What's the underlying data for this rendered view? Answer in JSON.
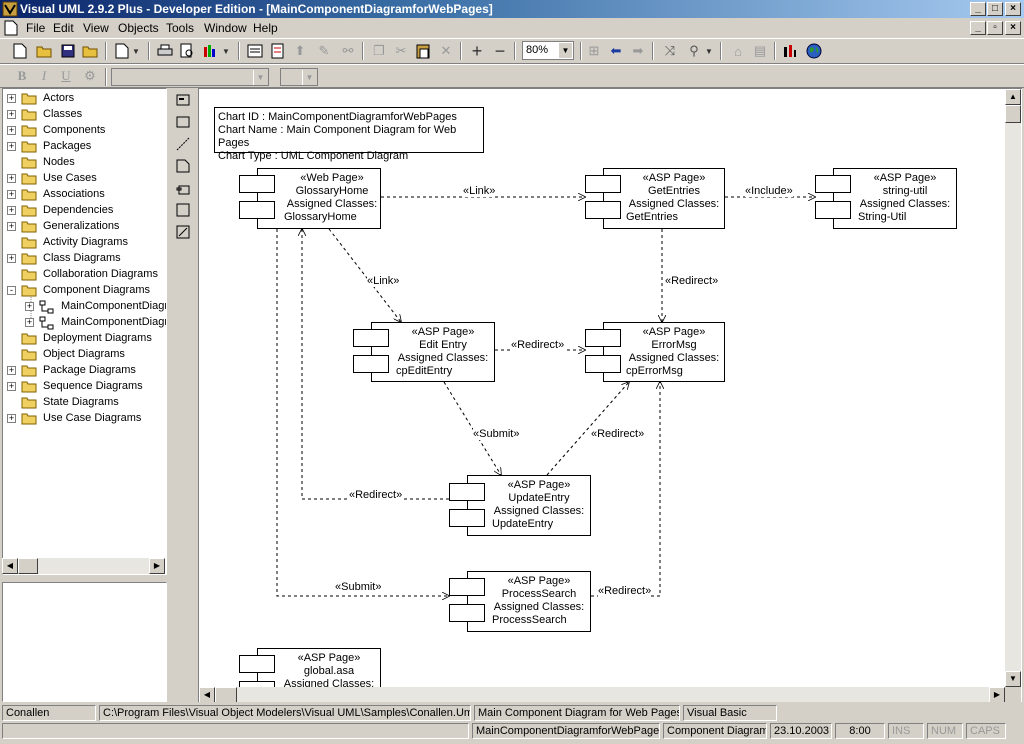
{
  "window": {
    "title": "Visual UML 2.9.2 Plus - Developer Edition - [MainComponentDiagramforWebPages]"
  },
  "menu": [
    "File",
    "Edit",
    "View",
    "Objects",
    "Tools",
    "Window",
    "Help"
  ],
  "toolbar": {
    "zoom": "80%"
  },
  "tree": {
    "items": [
      {
        "label": "Actors",
        "expander": "+"
      },
      {
        "label": "Classes",
        "expander": "+"
      },
      {
        "label": "Components",
        "expander": "+"
      },
      {
        "label": "Packages",
        "expander": "+"
      },
      {
        "label": "Nodes",
        "expander": ""
      },
      {
        "label": "Use Cases",
        "expander": "+"
      },
      {
        "label": "Associations",
        "expander": "+"
      },
      {
        "label": "Dependencies",
        "expander": "+"
      },
      {
        "label": "Generalizations",
        "expander": "+"
      },
      {
        "label": "Activity Diagrams",
        "expander": ""
      },
      {
        "label": "Class Diagrams",
        "expander": "+"
      },
      {
        "label": "Collaboration Diagrams",
        "expander": ""
      },
      {
        "label": "Component Diagrams",
        "expander": "-"
      },
      {
        "label": "MainComponentDiagr",
        "expander": "+",
        "sub": true
      },
      {
        "label": "MainComponentDiagr",
        "expander": "+",
        "sub": true
      },
      {
        "label": "Deployment Diagrams",
        "expander": ""
      },
      {
        "label": "Object Diagrams",
        "expander": ""
      },
      {
        "label": "Package Diagrams",
        "expander": "+"
      },
      {
        "label": "Sequence Diagrams",
        "expander": "+"
      },
      {
        "label": "State Diagrams",
        "expander": ""
      },
      {
        "label": "Use Case Diagrams",
        "expander": "+"
      }
    ]
  },
  "diagram": {
    "info": {
      "line1": "Chart ID : MainComponentDiagramforWebPages",
      "line2": "Chart Name : Main Component Diagram for Web Pages",
      "line3": "Chart Type : UML Component Diagram"
    },
    "components": {
      "glossary_home": [
        "«Web Page»",
        "GlossaryHome",
        "Assigned Classes:",
        "GlossaryHome"
      ],
      "get_entries": [
        "«ASP Page»",
        "GetEntries",
        "Assigned Classes:",
        "GetEntries"
      ],
      "string_util": [
        "«ASP Page»",
        "string-util",
        "Assigned Classes:",
        "String-Util"
      ],
      "edit_entry": [
        "«ASP Page»",
        "Edit Entry",
        "Assigned Classes:",
        "cpEditEntry"
      ],
      "error_msg": [
        "«ASP Page»",
        "ErrorMsg",
        "Assigned Classes:",
        "cpErrorMsg"
      ],
      "update_entry": [
        "«ASP Page»",
        "UpdateEntry",
        "Assigned Classes:",
        "UpdateEntry"
      ],
      "process_search": [
        "«ASP Page»",
        "ProcessSearch",
        "Assigned Classes:",
        "ProcessSearch"
      ],
      "global_asa": [
        "«ASP Page»",
        "global.asa",
        "Assigned Classes:"
      ]
    },
    "connectors": {
      "link1": "«Link»",
      "include": "«Include»",
      "link2": "«Link»",
      "redirect1": "«Redirect»",
      "redirect2": "«Redirect»",
      "submit1": "«Submit»",
      "redirect3": "«Redirect»",
      "redirect4": "«Redirect»",
      "submit2": "«Submit»",
      "redirect5": "«Redirect»"
    }
  },
  "status1": {
    "project": "Conallen",
    "path": "C:\\Program Files\\Visual Object Modelers\\Visual UML\\Samples\\Conallen.Uml",
    "diagram": "Main Component Diagram for Web Pages",
    "language": "Visual Basic"
  },
  "status2": {
    "chart_id": "MainComponentDiagramforWebPages",
    "chart_type": "Component Diagram",
    "date": "23.10.2003",
    "time": "8:00",
    "ins": "INS",
    "num": "NUM",
    "caps": "CAPS"
  }
}
